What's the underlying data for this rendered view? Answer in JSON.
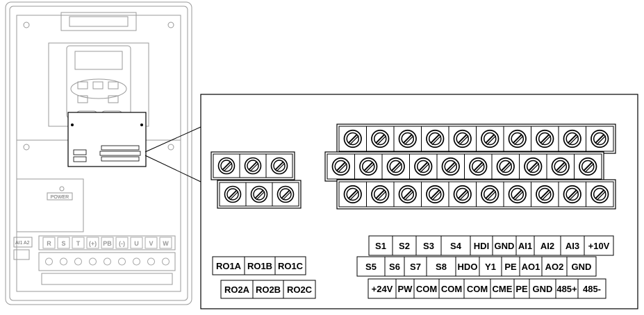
{
  "drive": {
    "power_label": "POWER",
    "bottom_left_labels": [
      "AI1",
      "A2"
    ],
    "power_terminals": [
      "R",
      "S",
      "T",
      "(+)",
      "PB",
      "(-)",
      "U",
      "V",
      "W"
    ]
  },
  "relay": {
    "top_labels": [
      "RO1A",
      "RO1B",
      "RO1C"
    ],
    "bottom_labels": [
      "RO2A",
      "RO2B",
      "RO2C"
    ]
  },
  "control": {
    "row1": [
      "S1",
      "S2",
      "S3",
      "S4",
      "HDI",
      "GND",
      "AI1",
      "AI2",
      "AI3",
      "+10V"
    ],
    "row2": [
      "S5",
      "S6",
      "S7",
      "S8",
      "HDO",
      "Y1",
      "PE",
      "AO1",
      "AO2",
      "GND"
    ],
    "row3": [
      "+24V",
      "PW",
      "COM",
      "COM",
      "COM",
      "CME",
      "PE",
      "GND",
      "485+",
      "485-"
    ]
  }
}
